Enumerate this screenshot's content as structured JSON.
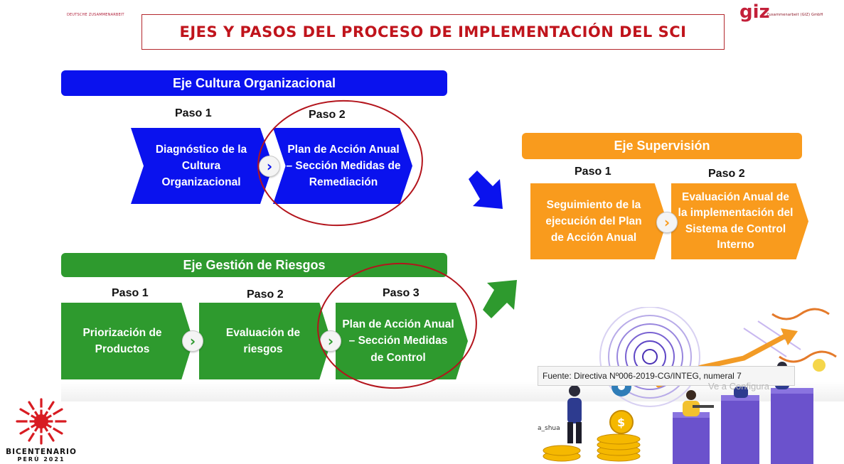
{
  "header": {
    "brand_left": "DEUTSCHE ZUSAMMENARBEIT",
    "giz_logo": "giz",
    "brand_right": "Zusammenarbeit (GIZ) GmbH",
    "title": "EJES Y PASOS DEL PROCESO DE IMPLEMENTACIÓN DEL SCI"
  },
  "axes": [
    {
      "name": "Eje Cultura Organizacional",
      "color": "#0a12ee",
      "steps": [
        {
          "paso": "Paso 1",
          "lines": [
            "Diagnóstico de la",
            "Cultura",
            "Organizacional"
          ]
        },
        {
          "paso": "Paso 2",
          "lines": [
            "Plan de Acción Anual",
            "– Sección Medidas de",
            "Remediación"
          ],
          "highlighted": true
        }
      ]
    },
    {
      "name": "Eje Gestión de Riesgos",
      "color": "#2e9a2e",
      "steps": [
        {
          "paso": "Paso 1",
          "lines": [
            "Priorización de",
            "Productos"
          ]
        },
        {
          "paso": "Paso 2",
          "lines": [
            "Evaluación de",
            "riesgos"
          ]
        },
        {
          "paso": "Paso 3",
          "lines": [
            "Plan de Acción Anual",
            "– Sección Medidas",
            "de Control"
          ],
          "highlighted": true
        }
      ]
    },
    {
      "name": "Eje Supervisión",
      "color": "#f99b1d",
      "steps": [
        {
          "paso": "Paso 1",
          "lines": [
            "Seguimiento de la",
            "ejecución del Plan",
            "de Acción Anual"
          ]
        },
        {
          "paso": "Paso 2",
          "lines": [
            "Evaluación Anual de",
            "la implementación del",
            "Sistema de Control",
            "Interno"
          ]
        }
      ]
    }
  ],
  "chevron_glyph": "›",
  "footer": {
    "source": "Fuente: Directiva Nº006-2019-CG/INTEG, numeral 7",
    "watermark": "Ve a Configura",
    "illus_caption": "a_shua"
  },
  "logo": {
    "line1": "BICENTENARIO",
    "line2": "PERÚ 2021"
  },
  "colors": {
    "title_red": "#c0141c",
    "ellipse_red": "#b3141c",
    "blue": "#0a12ee",
    "green": "#2e9a2e",
    "orange": "#f99b1d"
  }
}
